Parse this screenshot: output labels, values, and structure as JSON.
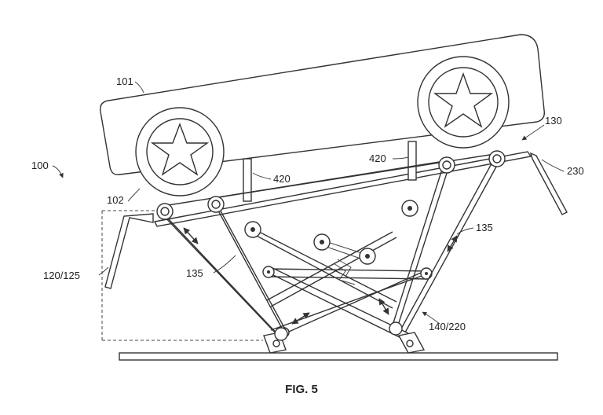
{
  "figure": {
    "caption": "FIG. 5",
    "labels": {
      "system": "100",
      "vehicle": "101",
      "wheel": "102",
      "platform": "130",
      "ramp_left": "120/125",
      "ramp_right": "230",
      "cable_left": "135",
      "cable_right": "135",
      "support_left": "420",
      "support_right": "420",
      "lift_mechanism": "140/220"
    }
  }
}
